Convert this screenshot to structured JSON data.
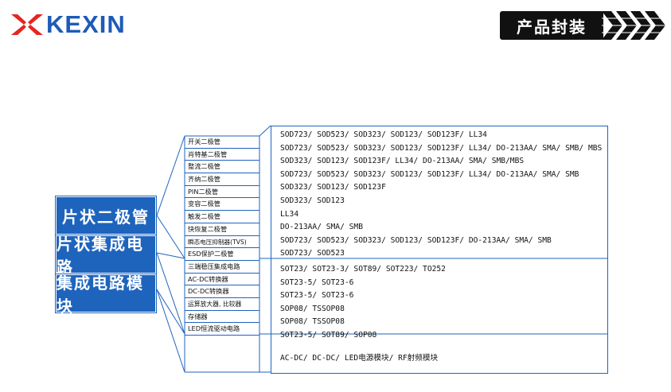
{
  "header": {
    "logo_text": "KEXIN",
    "section_title": "产品封装"
  },
  "categories": [
    {
      "label": "片状二极管"
    },
    {
      "label": "片状集成电路"
    },
    {
      "label": "集成电路模块"
    }
  ],
  "products": [
    {
      "name": "开关二极管",
      "package": "SOD723/ SOD523/ SOD323/ SOD123/ SOD123F/ LL34"
    },
    {
      "name": "肖特基二极管",
      "package": "SOD723/ SOD523/ SOD323/ SOD123/ SOD123F/ LL34/ DO-213AA/ SMA/ SMB/ MBS"
    },
    {
      "name": "整流二极管",
      "package": "SOD323/ SOD123/ SOD123F/ LL34/ DO-213AA/ SMA/ SMB/MBS"
    },
    {
      "name": "齐纳二极管",
      "package": "SOD723/ SOD523/ SOD323/ SOD123/ SOD123F/ LL34/ DO-213AA/ SMA/ SMB"
    },
    {
      "name": "PIN二极管",
      "package": "SOD323/ SOD123/ SOD123F"
    },
    {
      "name": "变容二极管",
      "package": "SOD323/ SOD123"
    },
    {
      "name": "触发二极管",
      "package": "LL34"
    },
    {
      "name": "快恢复二极管",
      "package": "DO-213AA/ SMA/ SMB"
    },
    {
      "name": "瞬态电压抑制器(TVS)",
      "package": "SOD723/ SOD523/ SOD323/ SOD123/ SOD123F/ DO-213AA/ SMA/ SMB"
    },
    {
      "name": "ESD保护二极管",
      "package": "SOD723/ SOD523"
    },
    {
      "name": "三端稳压集成电路",
      "package": "SOT23/ SOT23-3/ SOT89/ SOT223/ TO252"
    },
    {
      "name": "AC-DC转换器",
      "package": "SOT23-5/ SOT23-6"
    },
    {
      "name": "DC-DC转换器",
      "package": "SOT23-5/ SOT23-6"
    },
    {
      "name": "运算放大器, 比较器",
      "package": "SOP08/ TSSOP08"
    },
    {
      "name": "存储器",
      "package": "SOP08/ TSSOP08"
    },
    {
      "name": "LED恒流驱动电路",
      "package": "SOT23-5/ SOT89/ SOP08"
    }
  ],
  "module_package": "AC-DC/ DC-DC/ LED电源模块/ RF射频模块"
}
